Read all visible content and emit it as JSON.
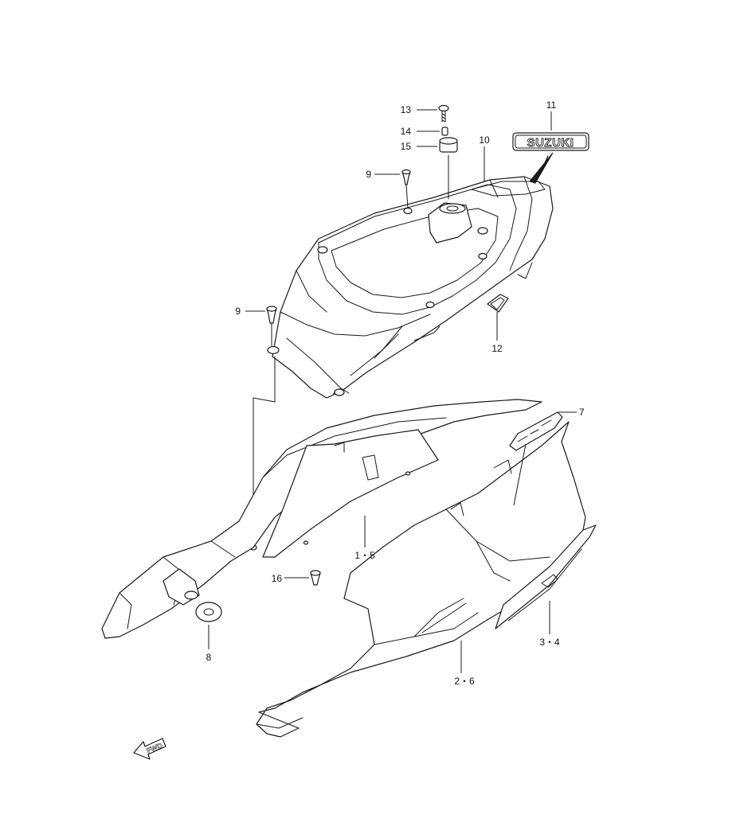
{
  "callouts": {
    "c13": "13",
    "c14": "14",
    "c15": "15",
    "c9a": "9",
    "c9b": "9",
    "c10": "10",
    "c11": "11",
    "c12": "12",
    "c7": "7",
    "c15b": "1・5",
    "c16": "16",
    "c8": "8",
    "c26": "2・6",
    "c34": "3・4"
  },
  "emblem": {
    "text": "SUZUKI"
  },
  "direction": {
    "text": "FWD"
  },
  "colors": {
    "line": "#1a1a1a",
    "background": "#ffffff"
  }
}
